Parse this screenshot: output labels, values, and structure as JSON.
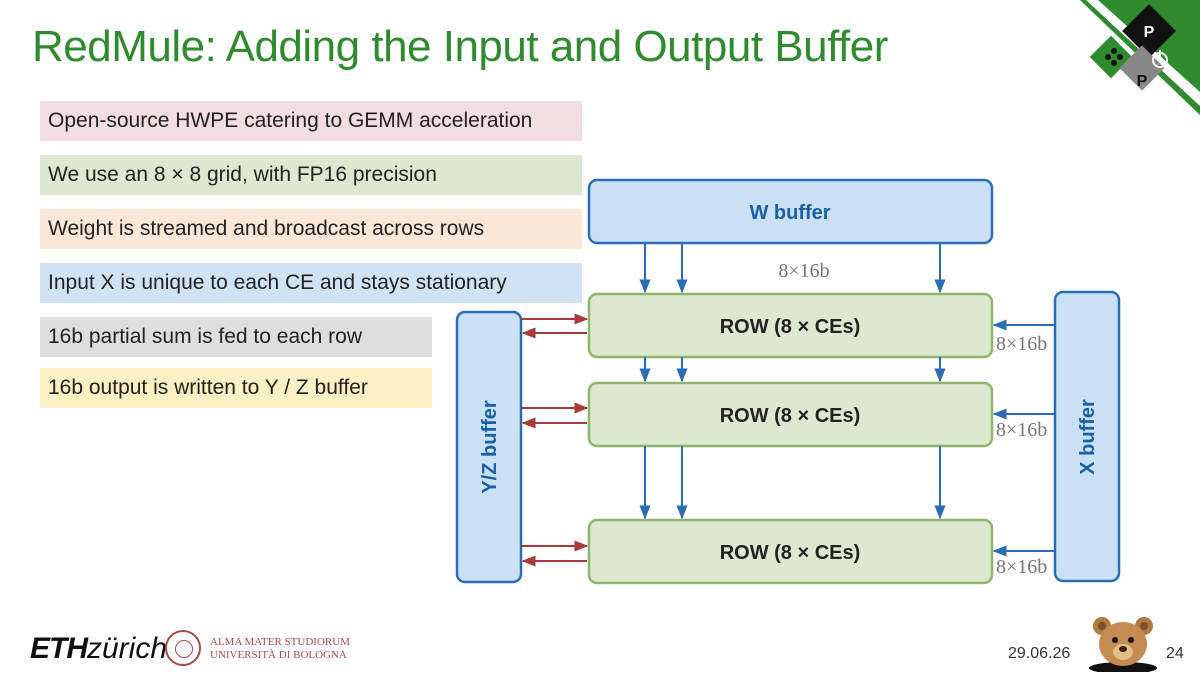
{
  "slide": {
    "title": "RedMule: Adding the Input and Output Buffer",
    "bullets": [
      "Open-source HWPE catering to GEMM acceleration",
      "We use an 8 × 8 grid, with FP16 precision",
      "Weight is streamed and broadcast across rows",
      "Input X is unique to each CE and stays stationary",
      "16b partial sum is fed to each row",
      "16b output is written to Y / Z buffer"
    ],
    "bullet_colors": [
      "#f2dde3",
      "#dde8d1",
      "#fbe7d8",
      "#cfe3f4",
      "#dedede",
      "#faf0c3"
    ]
  },
  "diagram": {
    "w_buffer_label": "W buffer",
    "w_width_label": "8×16b",
    "row_labels": [
      "ROW (8 × CEs)",
      "ROW (8 × CEs)",
      "ROW (8 × CEs)"
    ],
    "x_buffer_label": "X buffer",
    "x_width_labels": [
      "8×16b",
      "8×16b",
      "8×16b"
    ],
    "yz_buffer_label": "Y/Z buffer",
    "colors": {
      "buffer_fill": "#c9e0f5",
      "buffer_stroke": "#2a6db5",
      "row_fill": "#dde8d1",
      "row_stroke": "#8fb56b",
      "blue_arrow": "#2a6db5",
      "red_arrow": "#a83a3a",
      "title_green": "#2e8b2e"
    }
  },
  "footer": {
    "eth_bold": "ETH",
    "eth_italic": "zürich",
    "bologna_line1": "ALMA MATER STUDIORUM",
    "bologna_line2": "UNIVERSITÀ DI BOLOGNA",
    "date": "29.06.26",
    "page": "24"
  },
  "logo": {
    "letters": [
      "P",
      "P"
    ]
  }
}
